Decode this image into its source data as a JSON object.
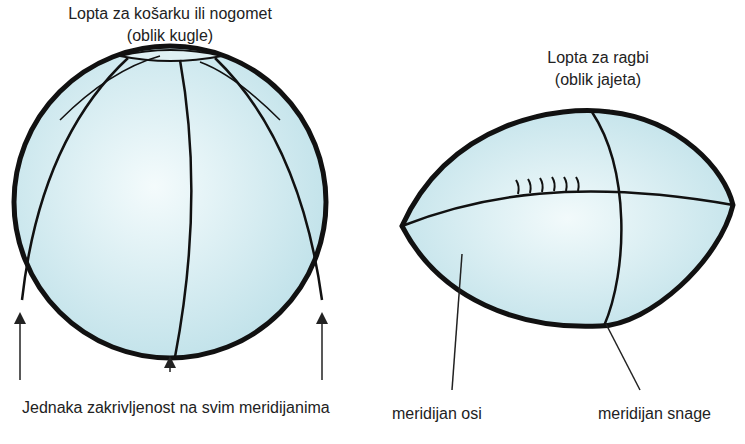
{
  "diagram": {
    "labels": [
      "Lopta za košarku ili nogomet",
      "(oblik kugle)",
      "Lopta za ragbi",
      "(oblik jajeta)",
      "Jednaka zakrivljenost na svim meridijanima",
      "meridijan osi",
      "meridijan snage"
    ]
  }
}
